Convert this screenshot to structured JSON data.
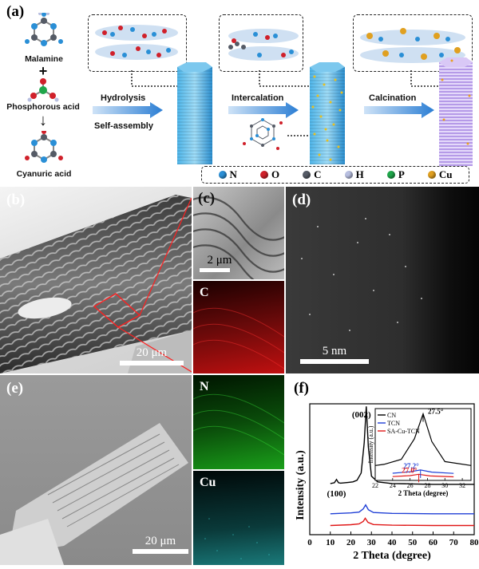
{
  "panels": {
    "a": "(a)",
    "b": "(b)",
    "c": "(c)",
    "d": "(d)",
    "e": "(e)",
    "f": "(f)"
  },
  "scheme": {
    "molecules": {
      "melamine": "Malamine",
      "plus": "+",
      "phosphorous_acid": "Phosphorous acid",
      "arrow": "↓",
      "cyanuric_acid": "Cyanuric acid"
    },
    "steps": {
      "hydrolysis": "Hydrolysis",
      "self_assembly": "Self-assembly",
      "intercalation": "Intercalation",
      "calcination": "Calcination"
    },
    "legend": [
      {
        "symbol": "N",
        "color": "#2a8fd6"
      },
      {
        "symbol": "O",
        "color": "#d0202a"
      },
      {
        "symbol": "C",
        "color": "#555b66"
      },
      {
        "symbol": "H",
        "color": "#b8bfe0"
      },
      {
        "symbol": "P",
        "color": "#1fa64a"
      },
      {
        "symbol": "Cu",
        "color": "#e0a020"
      }
    ]
  },
  "micrographs": {
    "b_scale": "20 μm",
    "c_scale": "2 μm",
    "c_map": "C",
    "d_scale": "5 nm",
    "e_scale": "20 μm",
    "n_map": "N",
    "cu_map": "Cu"
  },
  "chart_data": {
    "type": "line",
    "xlabel": "2 Theta (degree)",
    "ylabel": "Intensity (a.u.)",
    "xlim": [
      0,
      80
    ],
    "xticks": [
      0,
      10,
      20,
      30,
      40,
      50,
      60,
      70,
      80
    ],
    "peak_labels": [
      {
        "text": "(100)",
        "x": 13.0
      },
      {
        "text": "(002)",
        "x": 27.5
      }
    ],
    "series": [
      {
        "name": "CN",
        "color": "#000000",
        "x": [
          10,
          12,
          13,
          14,
          15,
          17,
          19,
          21,
          23,
          25,
          26.5,
          27.5,
          28.5,
          30,
          33,
          40,
          50,
          60,
          70,
          80
        ],
        "y": [
          0.05,
          0.06,
          0.1,
          0.06,
          0.055,
          0.06,
          0.065,
          0.07,
          0.09,
          0.18,
          0.55,
          1.0,
          0.5,
          0.14,
          0.07,
          0.05,
          0.045,
          0.04,
          0.04,
          0.04
        ]
      },
      {
        "name": "TCN",
        "color": "#1f3fd6",
        "x": [
          10,
          20,
          24,
          26,
          27.2,
          28.5,
          31,
          40,
          60,
          80
        ],
        "y": [
          0.0,
          0.01,
          0.02,
          0.06,
          0.11,
          0.05,
          0.015,
          0.005,
          0.0,
          0.0
        ]
      },
      {
        "name": "SA-Cu-TCN",
        "color": "#e01818",
        "x": [
          10,
          20,
          24,
          26,
          27.0,
          28.3,
          31,
          40,
          60,
          80
        ],
        "y": [
          0.0,
          0.01,
          0.02,
          0.05,
          0.09,
          0.04,
          0.012,
          0.004,
          0.0,
          0.0
        ]
      }
    ],
    "inset": {
      "xlabel": "2 Theta (degree)",
      "ylabel": "Intensity (a.u.)",
      "xlim": [
        22,
        33
      ],
      "xticks": [
        22,
        24,
        26,
        28,
        30,
        32
      ],
      "legend": [
        "CN",
        "TCN",
        "SA-Cu-TCN"
      ],
      "annotations": [
        {
          "text": "27.5°",
          "x": 27.5,
          "series": "CN"
        },
        {
          "text": "27.2°",
          "x": 27.2,
          "series": "TCN"
        },
        {
          "text": "27.0°",
          "x": 27.0,
          "series": "SA-Cu-TCN"
        }
      ]
    }
  }
}
